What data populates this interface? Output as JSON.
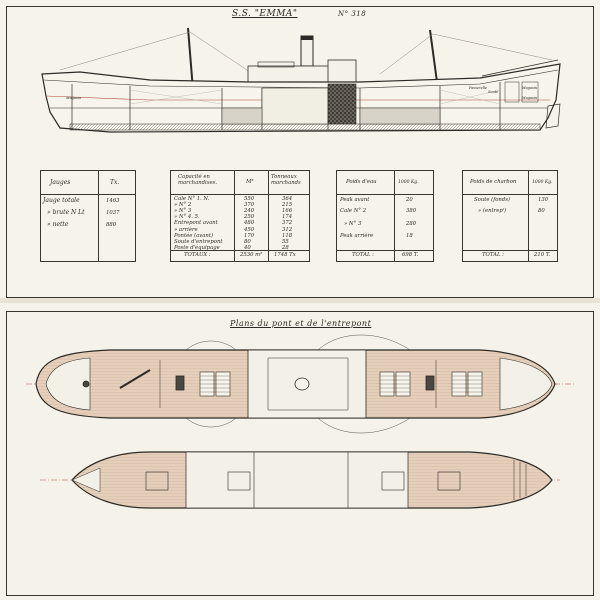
{
  "header": {
    "ship_title": "S.S. \"EMMA\"",
    "number": "N° 318",
    "plan_title": "Plans du pont et de l'entrepont"
  },
  "profile_labels": {
    "left": "Magasin",
    "right_1": "Passerelle",
    "right_2": "Soute",
    "right_3": "Magasin",
    "right_4": "Magasin"
  },
  "tonnage_table": {
    "headers": [
      "Jauges",
      "Tx."
    ],
    "rows": [
      {
        "label": "Jauge totale",
        "value": "1463"
      },
      {
        "label": "» brute N Lt",
        "value": "1037"
      },
      {
        "label": "» nette",
        "value": "880"
      }
    ]
  },
  "capacity_table": {
    "headers": [
      "Capacité en marchandises.",
      "M³",
      "Tonneaux marchands"
    ],
    "rows": [
      {
        "label": "Cale N° 1. N.",
        "m3": "550",
        "tonneaux": "364"
      },
      {
        "label": "» N° 2",
        "m3": "370",
        "tonneaux": "215"
      },
      {
        "label": "» N° 3",
        "m3": "240",
        "tonneaux": "166"
      },
      {
        "label": "» N° 4. 5.",
        "m3": "250",
        "tonneaux": "174"
      },
      {
        "label": "Entrepont avant",
        "m3": "480",
        "tonneaux": "372"
      },
      {
        "label": "» arrière",
        "m3": "450",
        "tonneaux": "312"
      },
      {
        "label": "Pontée (avant)",
        "m3": "170",
        "tonneaux": "118"
      },
      {
        "label": "Soute d'entrepont",
        "m3": "80",
        "tonneaux": "55"
      },
      {
        "label": "Poste d'équipage",
        "m3": "40",
        "tonneaux": "28"
      }
    ],
    "total_label": "TOTAUX :",
    "total_m3": "2530 m³",
    "total_tonneaux": "1748 Tx"
  },
  "water_table": {
    "headers": [
      "Poids d'eau",
      "1000 Kg."
    ],
    "rows": [
      {
        "label": "Peak avant",
        "value": "20"
      },
      {
        "label": "Cale N° 2",
        "value": "380"
      },
      {
        "label": "» N° 3",
        "value": "280"
      },
      {
        "label": "Peak arrière",
        "value": "18"
      }
    ],
    "total_label": "TOTAL :",
    "total_value": "698 T."
  },
  "coal_table": {
    "headers": [
      "Poids de charbon",
      "1000 Kg."
    ],
    "rows": [
      {
        "label": "Soute (fonds)",
        "value": "130"
      },
      {
        "label": "» (entrepᵗ)",
        "value": "80"
      }
    ],
    "total_label": "TOTAL :",
    "total_value": "210 T."
  },
  "colors": {
    "paper": "#f6f3ea",
    "ink": "#2c2a26",
    "deck_wood": "#e2c9b3",
    "red_line": "#b04a3c",
    "coal": "#4a4741"
  }
}
